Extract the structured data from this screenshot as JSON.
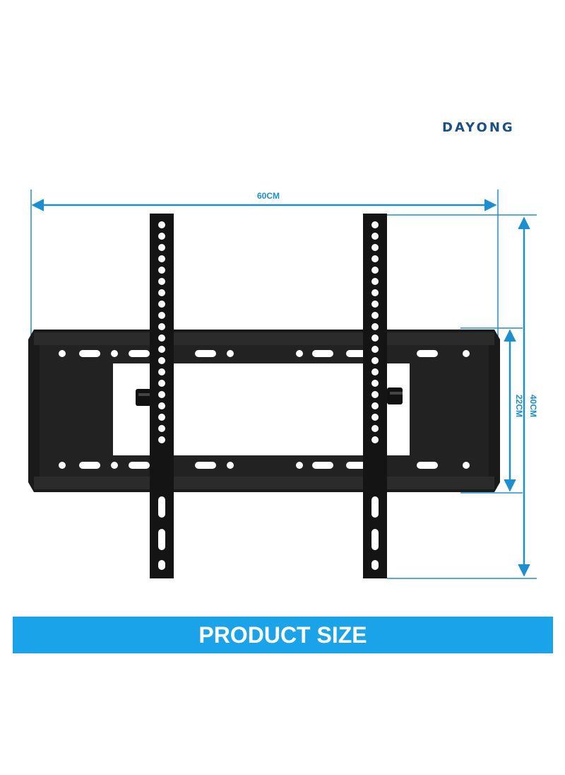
{
  "brand": {
    "name": "DAYONG",
    "color": "#1a4f8a"
  },
  "dimensions": {
    "width_label": "60CM",
    "height_label": "40CM",
    "inner_height_label": "22CM",
    "color": "#1b8fd0"
  },
  "banner": {
    "text": "PRODUCT SIZE",
    "background": "#1aa3e8"
  },
  "product": {
    "color": "#141414"
  }
}
